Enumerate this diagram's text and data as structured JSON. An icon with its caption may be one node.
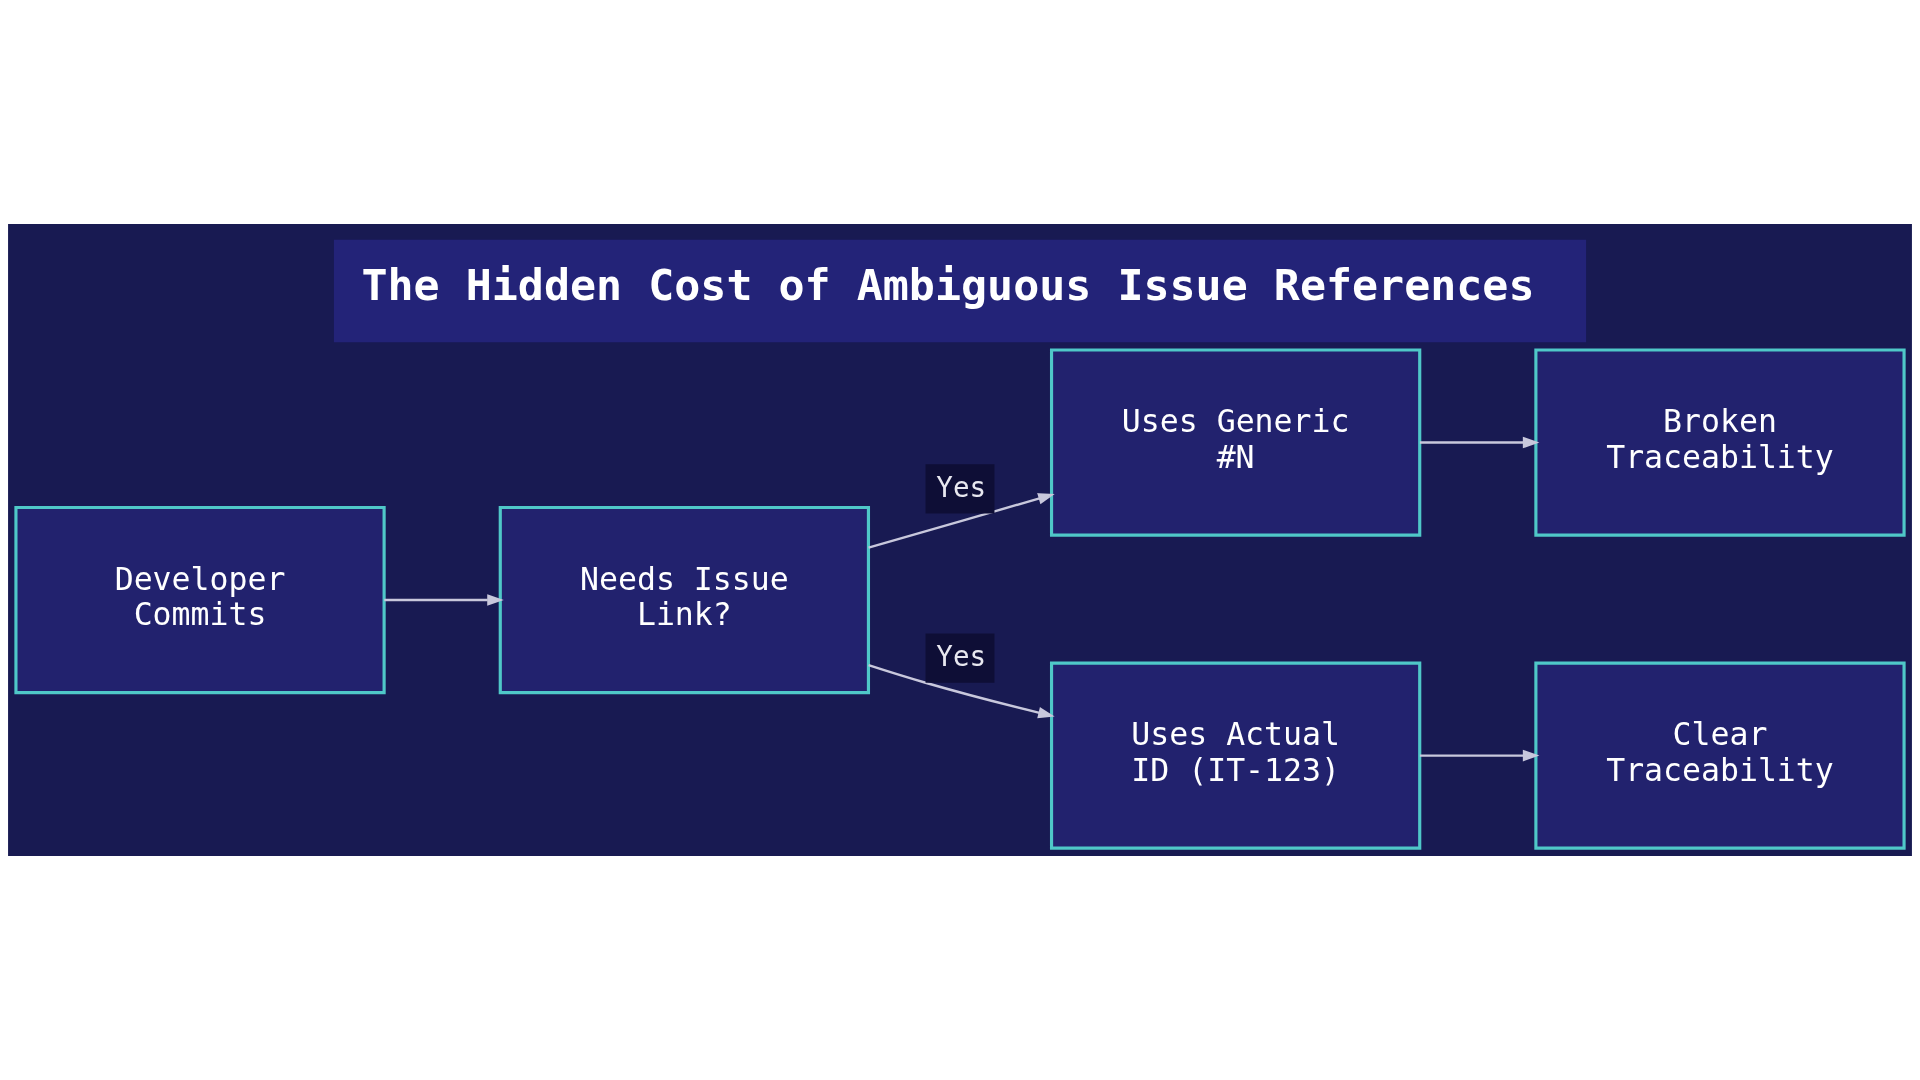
{
  "diagram": {
    "title": "The Hidden Cost of Ambiguous Issue References",
    "nodes": [
      {
        "text": [
          "Developer Commits"
        ]
      },
      {
        "text": [
          "Needs Issue Link?"
        ]
      },
      {
        "text": [
          "Uses Generic #N"
        ]
      },
      {
        "text": [
          "Broken Traceability"
        ]
      },
      {
        "text": [
          "Uses Actual ID (IT-123)"
        ]
      },
      {
        "text": [
          "Clear Traceability"
        ]
      }
    ],
    "edges": [
      {
        "from": 0,
        "to": 1,
        "arrow": "to"
      },
      {
        "from": 1,
        "to": 2,
        "arrow": "to",
        "label": "Yes"
      },
      {
        "from": 1,
        "to": 4,
        "arrow": "to",
        "label": "Yes"
      },
      {
        "from": 2,
        "to": 3,
        "arrow": "to"
      },
      {
        "from": 4,
        "to": 5,
        "arrow": "to"
      }
    ]
  }
}
